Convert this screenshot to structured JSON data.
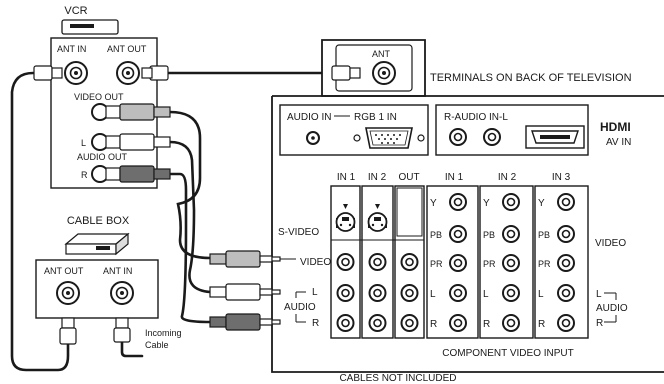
{
  "vcr": {
    "title": "VCR",
    "ant_in": "ANT  IN",
    "ant_out": "ANT  OUT",
    "video_out": "VIDEO OUT",
    "audio_out": "AUDIO OUT",
    "left": "L",
    "right": "R"
  },
  "tv": {
    "ant_label": "ANT",
    "terminals_title": "TERMINALS ON BACK OF TELEVISION",
    "audio_in": "AUDIO IN",
    "rgb_in": "RGB 1 IN",
    "r_audio_in_l": "R-AUDIO IN-L",
    "hdmi": "HDMI",
    "av_in": "AV IN",
    "col_in1": "IN 1",
    "col_in2": "IN 2",
    "col_out": "OUT",
    "comp_in1": "IN 1",
    "comp_in2": "IN 2",
    "comp_in3": "IN 3",
    "s_video": "S-VIDEO",
    "video_left": "VIDEO",
    "audio_left": "AUDIO",
    "l_left": "L",
    "r_left": "R",
    "video_right": "VIDEO",
    "audio_right": "AUDIO",
    "l_right": "L",
    "r_right": "R",
    "comp_y": "Y",
    "comp_pb": "PB",
    "comp_pr": "PR",
    "comp_l": "L",
    "comp_r": "R",
    "component_video_input": "COMPONENT VIDEO INPUT"
  },
  "cable_box": {
    "title": "CABLE BOX",
    "ant_out": "ANT OUT",
    "ant_in": "ANT  IN",
    "incoming_1": "Incoming",
    "incoming_2": "Cable"
  },
  "footer": {
    "cables_note": "CABLES NOT INCLUDED"
  }
}
